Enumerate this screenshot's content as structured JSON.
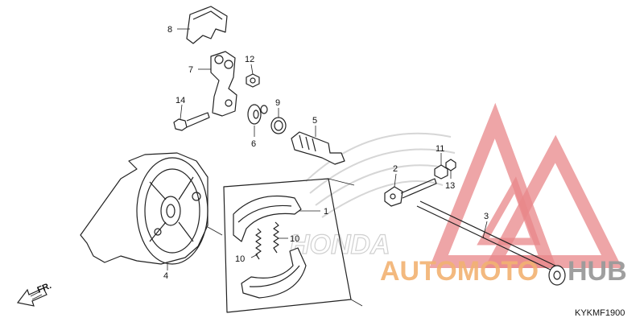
{
  "diagram": {
    "callouts": [
      "1",
      "2",
      "3",
      "4",
      "5",
      "6",
      "7",
      "8",
      "9",
      "10",
      "10",
      "11",
      "12",
      "13",
      "14"
    ],
    "direction_label": "FR.",
    "background_brand": "HONDA",
    "diagram_code": "KYKMF1900"
  },
  "watermark": {
    "brand_part1": "AUTOMOTO",
    "brand_part2": "HUB",
    "color_part1": "#f2b272",
    "color_part2": "#9a9a9a",
    "logo_color": "#e8878a"
  }
}
